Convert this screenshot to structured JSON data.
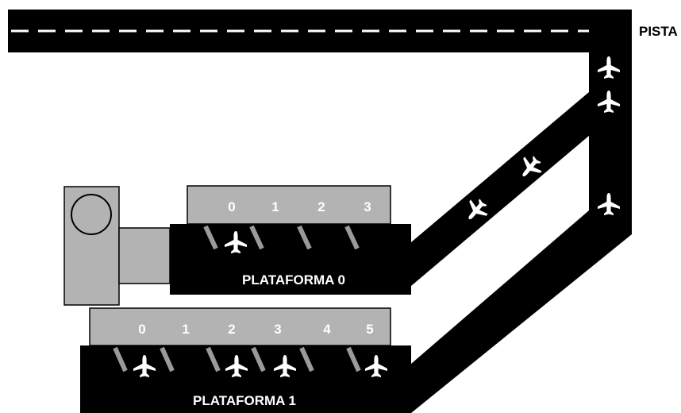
{
  "runway": {
    "label": "PISTA"
  },
  "platform_0": {
    "label": "PLATAFORMA 0",
    "gates": [
      "0",
      "1",
      "2",
      "3"
    ]
  },
  "platform_1": {
    "label": "PLATAFORMA 1",
    "gates": [
      "0",
      "1",
      "2",
      "3",
      "4",
      "5"
    ]
  },
  "colors": {
    "ground": "#000000",
    "building": "#b3b3b3",
    "marking": "#ffffff",
    "stand_line": "#9a9a9a"
  },
  "icons": {
    "aircraft": "airplane-icon",
    "control_tower": "control-tower-icon"
  }
}
